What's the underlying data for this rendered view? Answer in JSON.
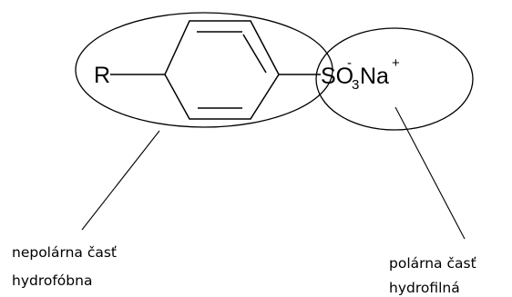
{
  "molecule": {
    "r_group": "R",
    "sulfonate_head": "SO",
    "sulfonate_subscript": "3",
    "sulfonate_superscript": "-",
    "counter_ion": "Na",
    "counter_ion_charge": "+"
  },
  "labels": {
    "nonpolar_line1": "nepolárna časť",
    "nonpolar_line2": "hydrofóbna",
    "polar_line1": "polárna časť",
    "polar_line2": "hydrofilná"
  },
  "colors": {
    "stroke": "#000000",
    "background": "#ffffff"
  }
}
